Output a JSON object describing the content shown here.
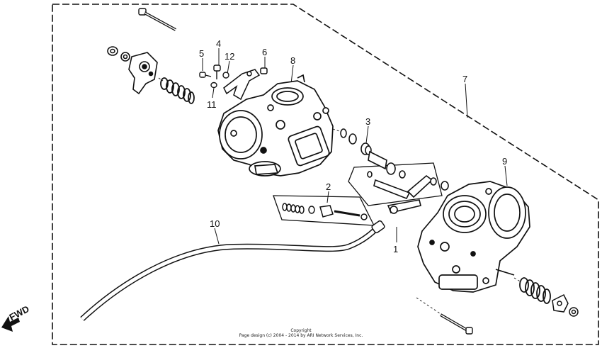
{
  "diagram": {
    "callouts": [
      {
        "id": "c1",
        "text": "1"
      },
      {
        "id": "c2",
        "text": "2"
      },
      {
        "id": "c3",
        "text": "3"
      },
      {
        "id": "c4",
        "text": "4"
      },
      {
        "id": "c5",
        "text": "5"
      },
      {
        "id": "c6",
        "text": "6"
      },
      {
        "id": "c7",
        "text": "7"
      },
      {
        "id": "c8",
        "text": "8"
      },
      {
        "id": "c9",
        "text": "9"
      },
      {
        "id": "c10",
        "text": "10"
      },
      {
        "id": "c11",
        "text": "11"
      },
      {
        "id": "c12",
        "text": "12"
      }
    ],
    "direction_label": "FWD",
    "copyright_line1": "Copyright",
    "copyright_line2": "Page design (c) 2004 - 2014 by ARI Network Services, Inc."
  }
}
